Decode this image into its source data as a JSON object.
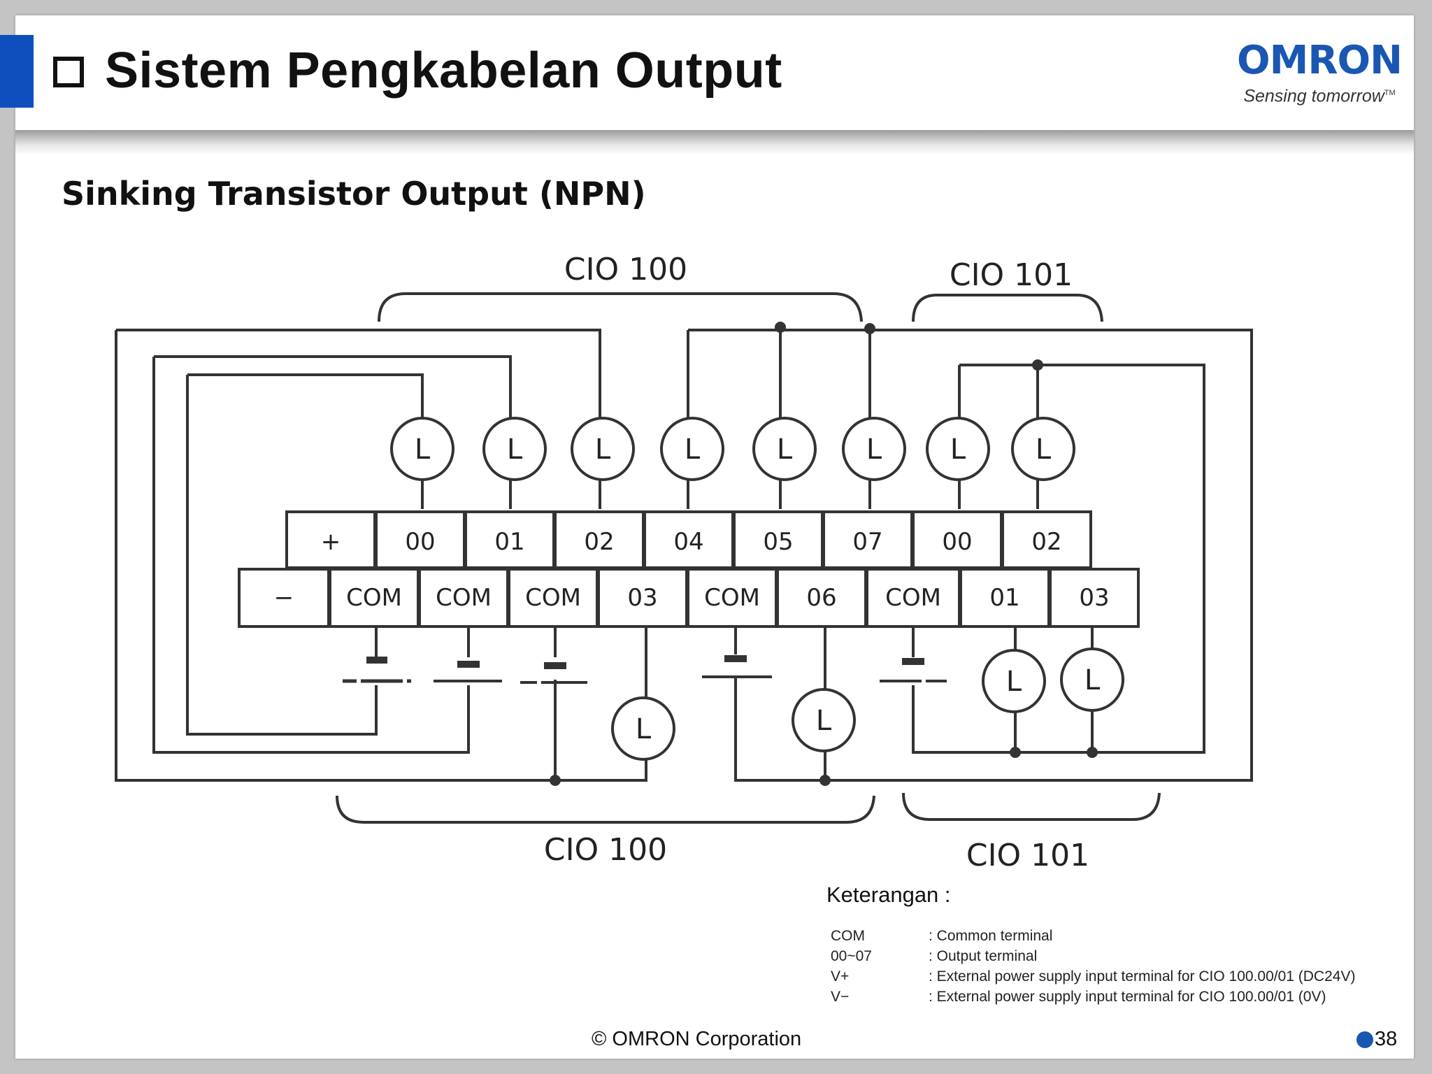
{
  "header": {
    "title": "Sistem Pengkabelan Output",
    "logo_text": "OMRON",
    "logo_tagline": "Sensing tomorrow",
    "logo_tm": "TM"
  },
  "subtitle": "Sinking Transistor Output (NPN)",
  "diagram": {
    "top_groups": [
      "CIO 100",
      "CIO 101"
    ],
    "bottom_groups": [
      "CIO 100",
      "CIO 101"
    ],
    "top_terminals": [
      "+",
      "00",
      "01",
      "02",
      "04",
      "05",
      "07",
      "00",
      "02"
    ],
    "bottom_terminals": [
      "−",
      "COM",
      "COM",
      "COM",
      "03",
      "COM",
      "06",
      "COM",
      "01",
      "03"
    ],
    "load_label": "L"
  },
  "legend": {
    "title": "Keterangan :",
    "items": [
      {
        "term": "COM",
        "desc": ": Common terminal"
      },
      {
        "term": "00~07",
        "desc": ": Output terminal"
      },
      {
        "term": "V+",
        "desc": ": External power supply input terminal for CIO 100.00/01 (DC24V)"
      },
      {
        "term": "V−",
        "desc": ": External power supply input terminal for CIO 100.00/01 (0V)"
      }
    ]
  },
  "footer": {
    "copyright": "© OMRON Corporation",
    "page_number": "38"
  },
  "colors": {
    "accent": "#0e4fbd",
    "logo": "#1a57b3"
  }
}
